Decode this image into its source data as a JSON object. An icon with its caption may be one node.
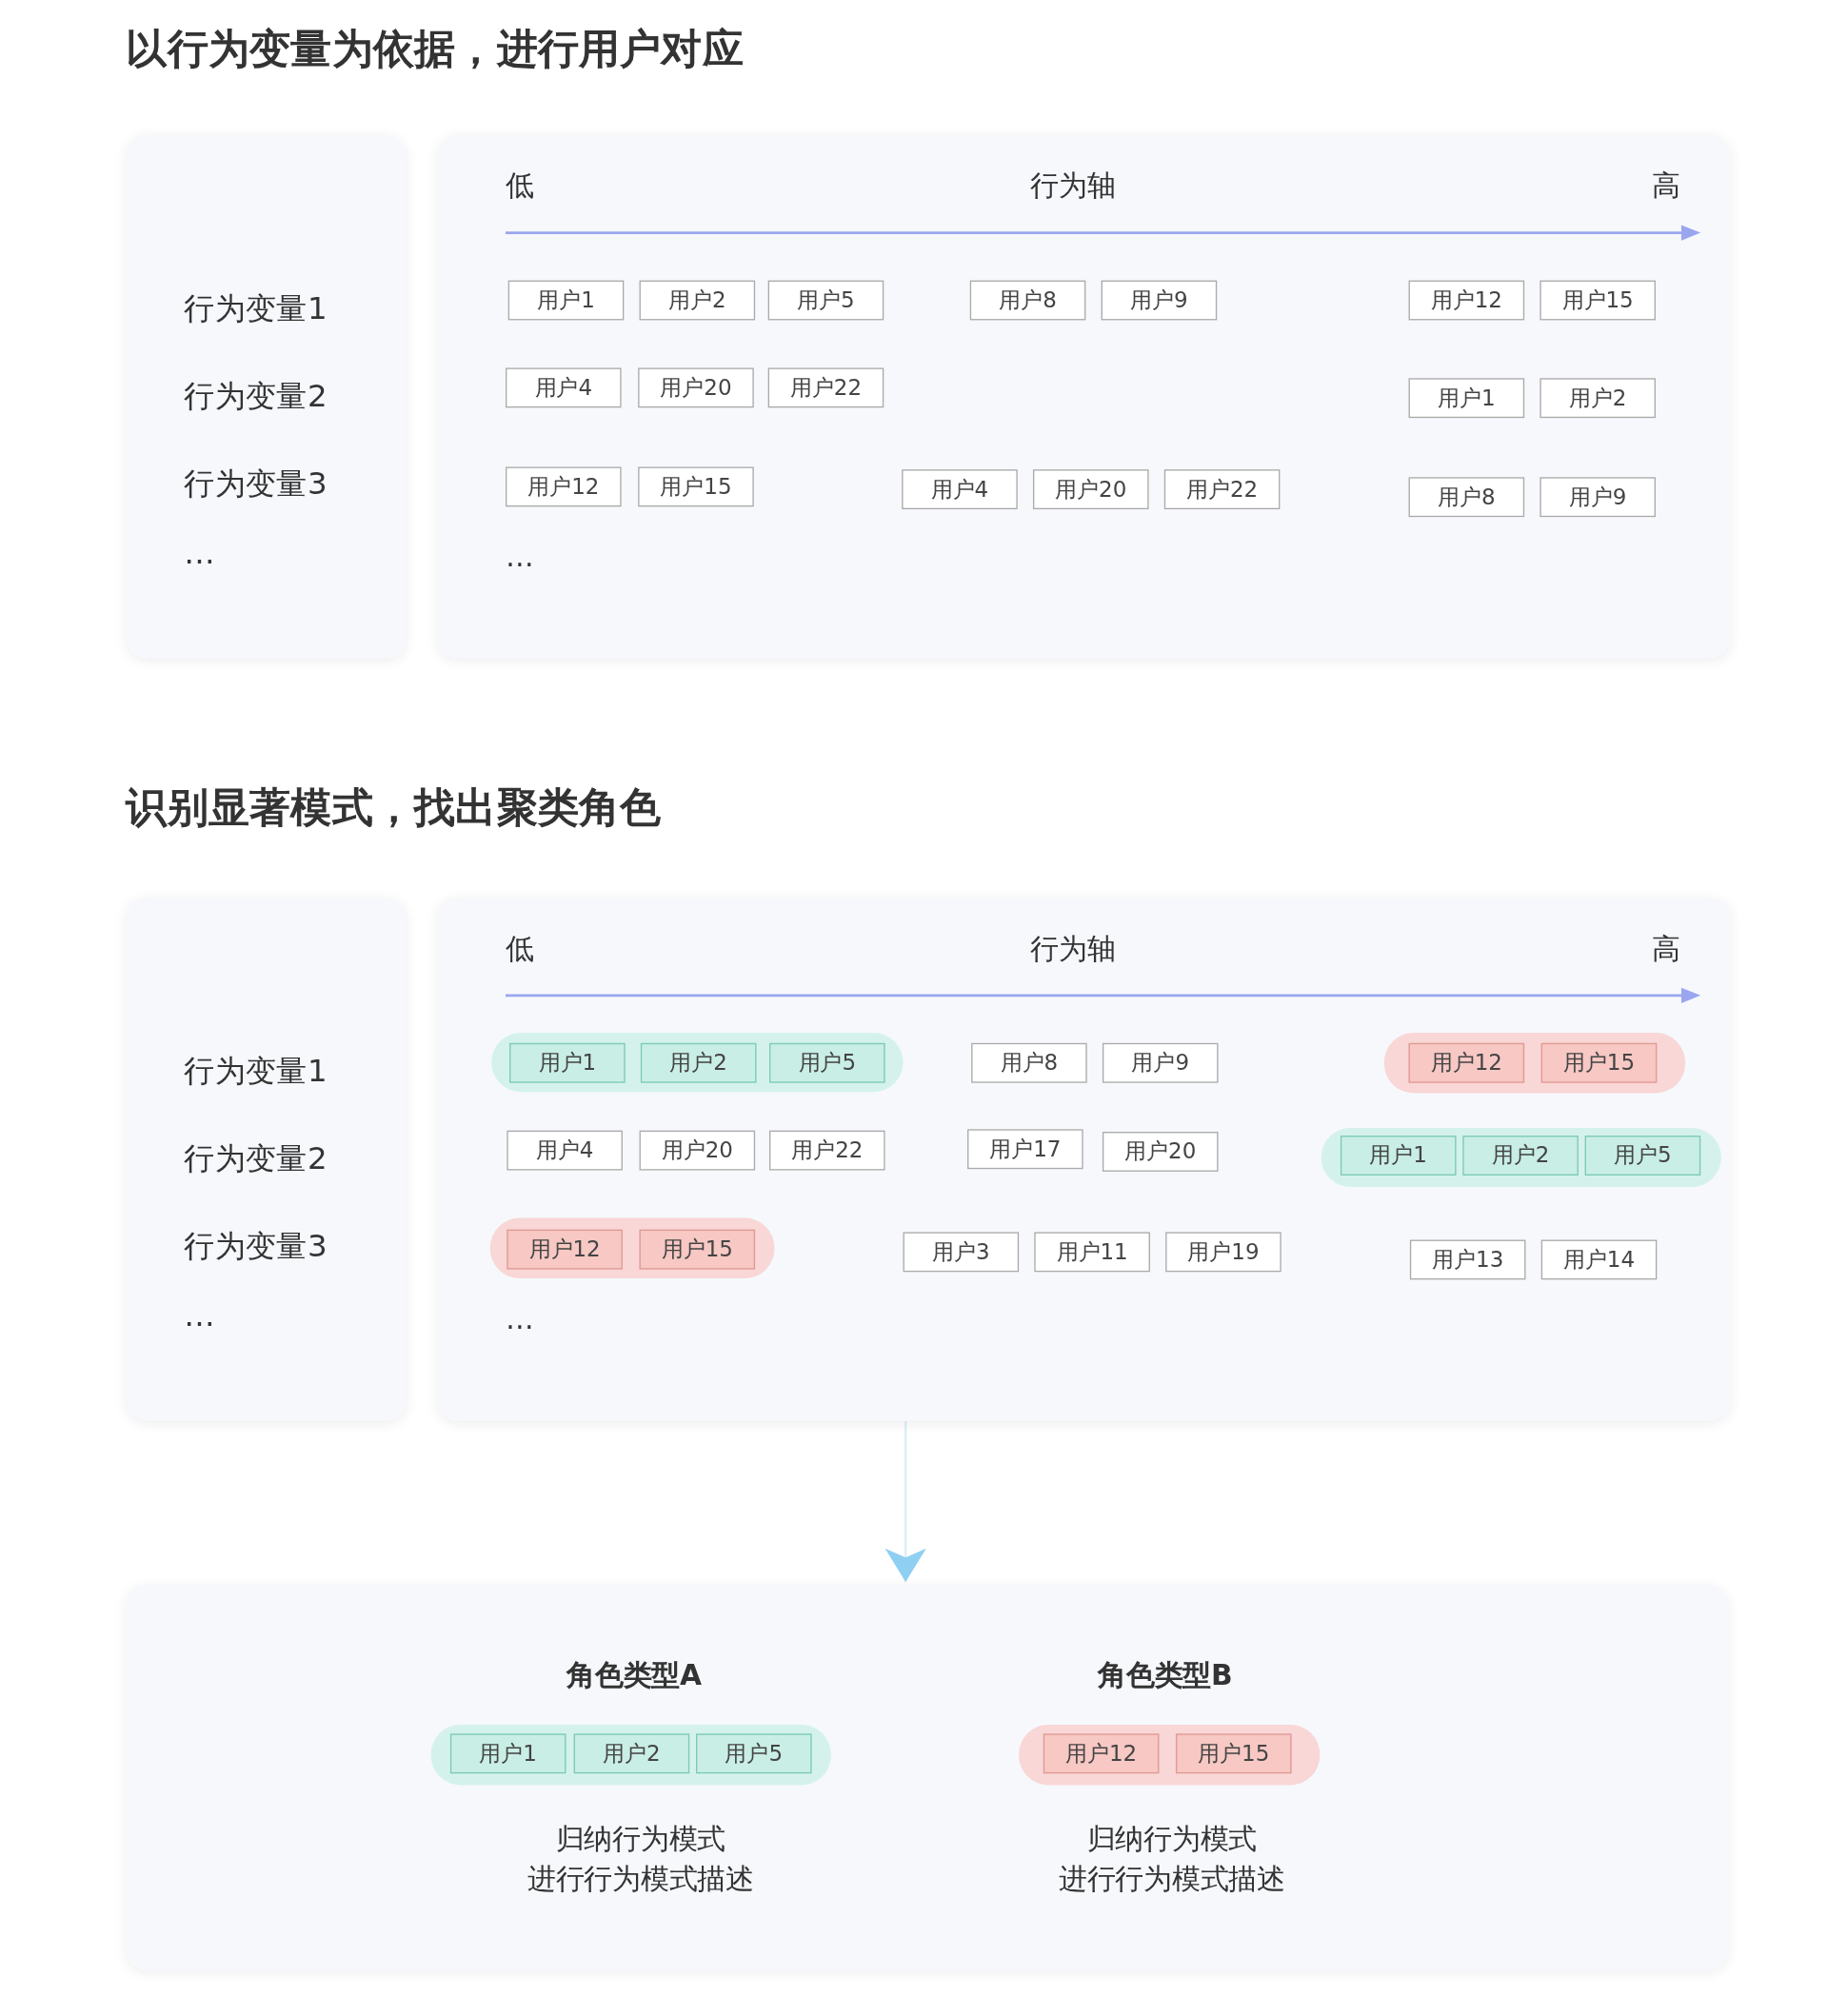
{
  "diagram": {
    "labels": [
      "以行为变量为依据，进行用户对应",
      "识别显著模式，找出聚类角色"
    ],
    "nodes": [
      {
        "text": [
          "行为变量1",
          "行为变量2",
          "行为变量3",
          "…"
        ]
      },
      {
        "text": [
          "低",
          "行为轴",
          "高",
          "…"
        ]
      },
      {
        "text": [
          "用户1"
        ],
        "in": 1
      },
      {
        "text": [
          "用户2"
        ],
        "in": 1
      },
      {
        "text": [
          "用户5"
        ],
        "in": 1
      },
      {
        "text": [
          "用户8"
        ],
        "in": 1
      },
      {
        "text": [
          "用户9"
        ],
        "in": 1
      },
      {
        "text": [
          "用户12"
        ],
        "in": 1
      },
      {
        "text": [
          "用户15"
        ],
        "in": 1
      },
      {
        "text": [
          "用户4"
        ],
        "in": 1
      },
      {
        "text": [
          "用户20"
        ],
        "in": 1
      },
      {
        "text": [
          "用户22"
        ],
        "in": 1
      },
      {
        "text": [
          "用户1"
        ],
        "in": 1
      },
      {
        "text": [
          "用户2"
        ],
        "in": 1
      },
      {
        "text": [
          "用户12"
        ],
        "in": 1
      },
      {
        "text": [
          "用户15"
        ],
        "in": 1
      },
      {
        "text": [
          "用户4"
        ],
        "in": 1
      },
      {
        "text": [
          "用户20"
        ],
        "in": 1
      },
      {
        "text": [
          "用户22"
        ],
        "in": 1
      },
      {
        "text": [
          "用户8"
        ],
        "in": 1
      },
      {
        "text": [
          "用户9"
        ],
        "in": 1
      },
      {
        "text": [
          "行为变量1",
          "行为变量2",
          "行为变量3",
          "…"
        ]
      },
      {
        "text": [
          "低",
          "行为轴",
          "高",
          "…"
        ]
      },
      {
        "text": [],
        "shape": "band",
        "in": 22
      },
      {
        "text": [
          "用户1"
        ],
        "in": 23
      },
      {
        "text": [
          "用户2"
        ],
        "in": 23
      },
      {
        "text": [
          "用户5"
        ],
        "in": 23
      },
      {
        "text": [
          "用户8"
        ],
        "in": 22
      },
      {
        "text": [
          "用户9"
        ],
        "in": 22
      },
      {
        "text": [],
        "shape": "band",
        "in": 22
      },
      {
        "text": [
          "用户12"
        ],
        "in": 29
      },
      {
        "text": [
          "用户15"
        ],
        "in": 29
      },
      {
        "text": [
          "用户4"
        ],
        "in": 22
      },
      {
        "text": [
          "用户20"
        ],
        "in": 22
      },
      {
        "text": [
          "用户22"
        ],
        "in": 22
      },
      {
        "text": [
          "用户17"
        ],
        "in": 22
      },
      {
        "text": [
          "用户20"
        ],
        "in": 22
      },
      {
        "text": [],
        "shape": "band",
        "in": 22
      },
      {
        "text": [
          "用户1"
        ],
        "in": 37
      },
      {
        "text": [
          "用户2"
        ],
        "in": 37
      },
      {
        "text": [
          "用户5"
        ],
        "in": 37
      },
      {
        "text": [],
        "shape": "band",
        "in": 22
      },
      {
        "text": [
          "用户12"
        ],
        "in": 41
      },
      {
        "text": [
          "用户15"
        ],
        "in": 41
      },
      {
        "text": [
          "用户3"
        ],
        "in": 22
      },
      {
        "text": [
          "用户11"
        ],
        "in": 22
      },
      {
        "text": [
          "用户19"
        ],
        "in": 22
      },
      {
        "text": [
          "用户13"
        ],
        "in": 22
      },
      {
        "text": [
          "用户14"
        ],
        "in": 22
      },
      {
        "text": [],
        "shape": "box"
      },
      {
        "text": [],
        "shape": "band",
        "in": 49,
        "beside": [
          "角色类型A",
          "归纳行为模式",
          "进行行为模式描述"
        ]
      },
      {
        "text": [
          "用户1"
        ],
        "in": 50
      },
      {
        "text": [
          "用户2"
        ],
        "in": 50
      },
      {
        "text": [
          "用户5"
        ],
        "in": 50
      },
      {
        "text": [],
        "shape": "band",
        "in": 49,
        "beside": [
          "角色类型B",
          "归纳行为模式",
          "进行行为模式描述"
        ]
      },
      {
        "text": [
          "用户12"
        ],
        "in": 54
      },
      {
        "text": [
          "用户15"
        ],
        "in": 54
      }
    ],
    "edges": [
      {
        "from": 22,
        "to": 49,
        "arrow": "to"
      }
    ]
  }
}
